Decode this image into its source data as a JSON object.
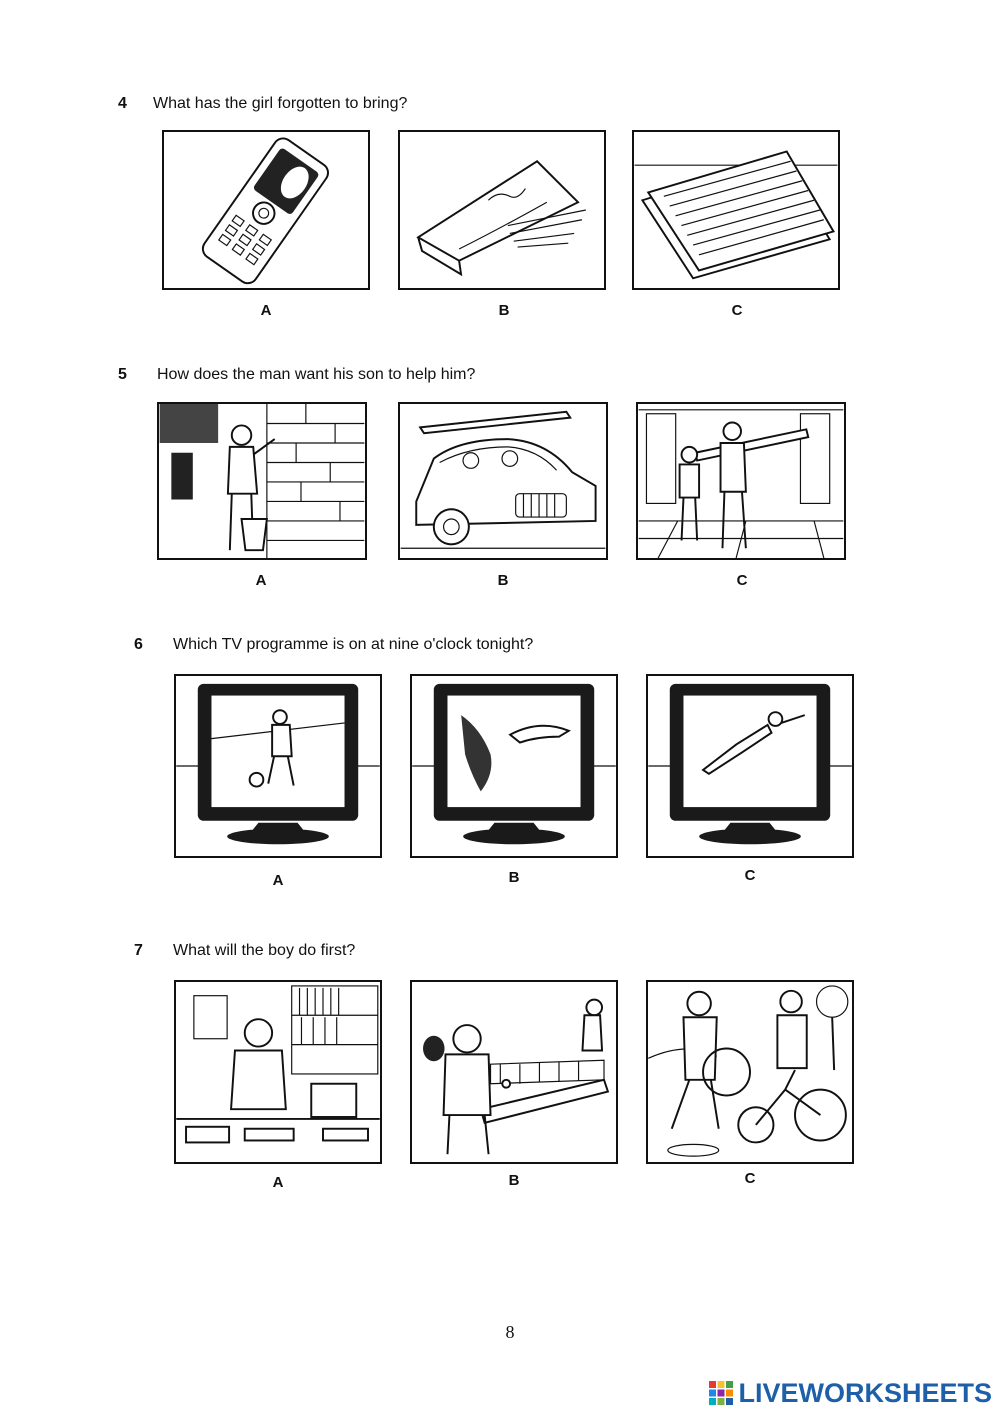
{
  "questions": [
    {
      "number": "4",
      "text": "What has the girl forgotten to bring?",
      "options": [
        {
          "label": "A",
          "picture": "mobile-phone"
        },
        {
          "label": "B",
          "picture": "pencil-case"
        },
        {
          "label": "C",
          "picture": "papers"
        }
      ]
    },
    {
      "number": "5",
      "text": "How does the man want his son to help him?",
      "options": [
        {
          "label": "A",
          "picture": "washing-window"
        },
        {
          "label": "B",
          "picture": "car-with-ladder"
        },
        {
          "label": "C",
          "picture": "carrying-ladder"
        }
      ]
    },
    {
      "number": "6",
      "text": "Which TV programme is on at nine o'clock tonight?",
      "options": [
        {
          "label": "A",
          "picture": "tv-football"
        },
        {
          "label": "B",
          "picture": "tv-sharks"
        },
        {
          "label": "C",
          "picture": "tv-superhero"
        }
      ]
    },
    {
      "number": "7",
      "text": "What will the boy do first?",
      "options": [
        {
          "label": "A",
          "picture": "homework-desk"
        },
        {
          "label": "B",
          "picture": "table-tennis"
        },
        {
          "label": "C",
          "picture": "bike-repair"
        }
      ]
    }
  ],
  "page_number": "8",
  "brand": {
    "name": "LIVEWORKSHEETS",
    "color": "#1d5fa8"
  }
}
